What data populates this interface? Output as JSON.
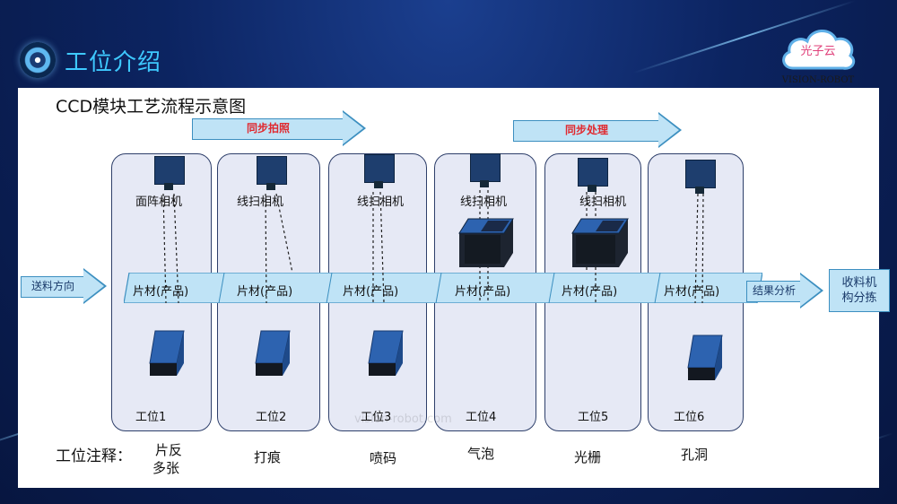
{
  "header": {
    "title": "工位介绍",
    "logo_text": "光子云",
    "logo_sub": "VISION-ROBOT"
  },
  "diagram": {
    "title": "CCD模块工艺流程示意图",
    "sync_capture": "同步拍照",
    "sync_process": "同步处理",
    "feed_direction": "送料方向",
    "result_analysis": "结果分析",
    "sorter": "收料机构分拣",
    "sorter_line1": "收料机",
    "sorter_line2": "构分拣",
    "watermark": "vision-robot.com",
    "stations": [
      {
        "camera": "面阵相机",
        "product": "片材(产品)",
        "name": "工位1",
        "note_line1": "片反",
        "note_line2": "多张"
      },
      {
        "camera": "线扫相机",
        "product": "片材(产品)",
        "name": "工位2",
        "note_line1": "打痕",
        "note_line2": ""
      },
      {
        "camera": "线扫相机",
        "product": "片材(产品)",
        "name": "工位3",
        "note_line1": "喷码",
        "note_line2": ""
      },
      {
        "camera": "线扫相机",
        "product": "片材(产品)",
        "name": "工位4",
        "note_line1": "气泡",
        "note_line2": ""
      },
      {
        "camera": "线扫相机",
        "product": "片材(产品)",
        "name": "工位5",
        "note_line1": "光栅",
        "note_line2": ""
      },
      {
        "camera": "",
        "product": "片材(产品)",
        "name": "工位6",
        "note_line1": "孔洞",
        "note_line2": ""
      }
    ],
    "notes_heading": "工位注释：",
    "colors": {
      "station_fill": "#e6e9f5",
      "conveyor_fill": "#bfe3f6",
      "arrow_label": "#e0282e",
      "camera": "#1e3e6e",
      "block_top": "#2d63b0"
    }
  }
}
